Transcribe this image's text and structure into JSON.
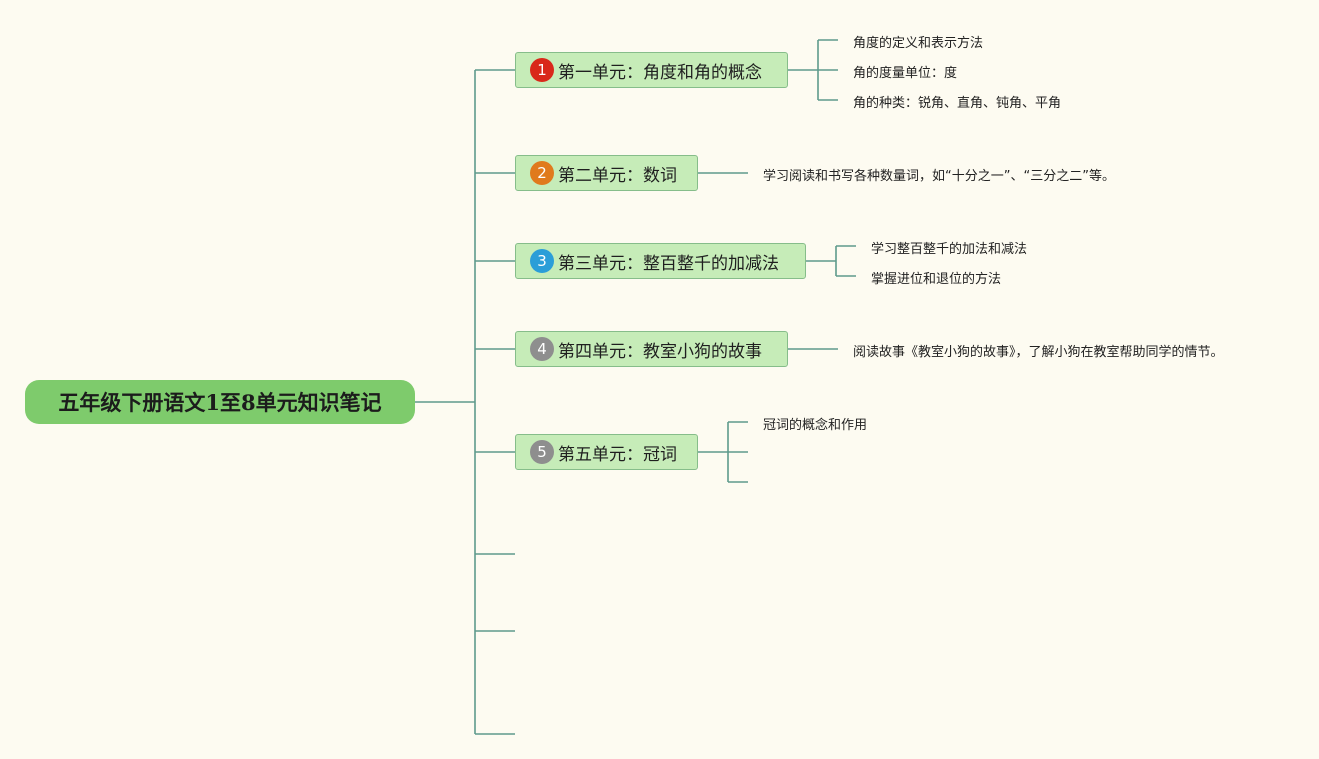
{
  "root": {
    "title": "五年级下册语文1至8单元知识笔记"
  },
  "units": [
    {
      "badge": "1",
      "badge_color": "#d9281a",
      "label": "第一单元：角度和角的概念",
      "notes": [
        "角度的定义和表示方法",
        "角的度量单位：度",
        "角的种类：锐角、直角、钝角、平角"
      ]
    },
    {
      "badge": "2",
      "badge_color": "#e07a1c",
      "label": "第二单元：数词",
      "notes": [
        "学习阅读和书写各种数量词，如“十分之一”、“三分之二”等。"
      ]
    },
    {
      "badge": "3",
      "badge_color": "#2b9ed8",
      "label": "第三单元：整百整千的加减法",
      "notes": [
        "学习整百整千的加法和减法",
        "掌握进位和退位的方法"
      ]
    },
    {
      "badge": "4",
      "badge_color": "#8e8e8e",
      "label": "第四单元：教室小狗的故事",
      "notes": [
        "阅读故事《教室小狗的故事》，了解小狗在教室帮助同学的情节。"
      ]
    },
    {
      "badge": "5",
      "badge_color": "#8e8e8e",
      "label": "第五单元：冠词",
      "notes": [
        "冠词的概念和作用",
        ""
      ]
    }
  ],
  "colors": {
    "line": "#5f9a8c",
    "node_fill": "#c6ecb8",
    "root_fill": "#7ecb6c",
    "background": "#fdfbf1"
  }
}
